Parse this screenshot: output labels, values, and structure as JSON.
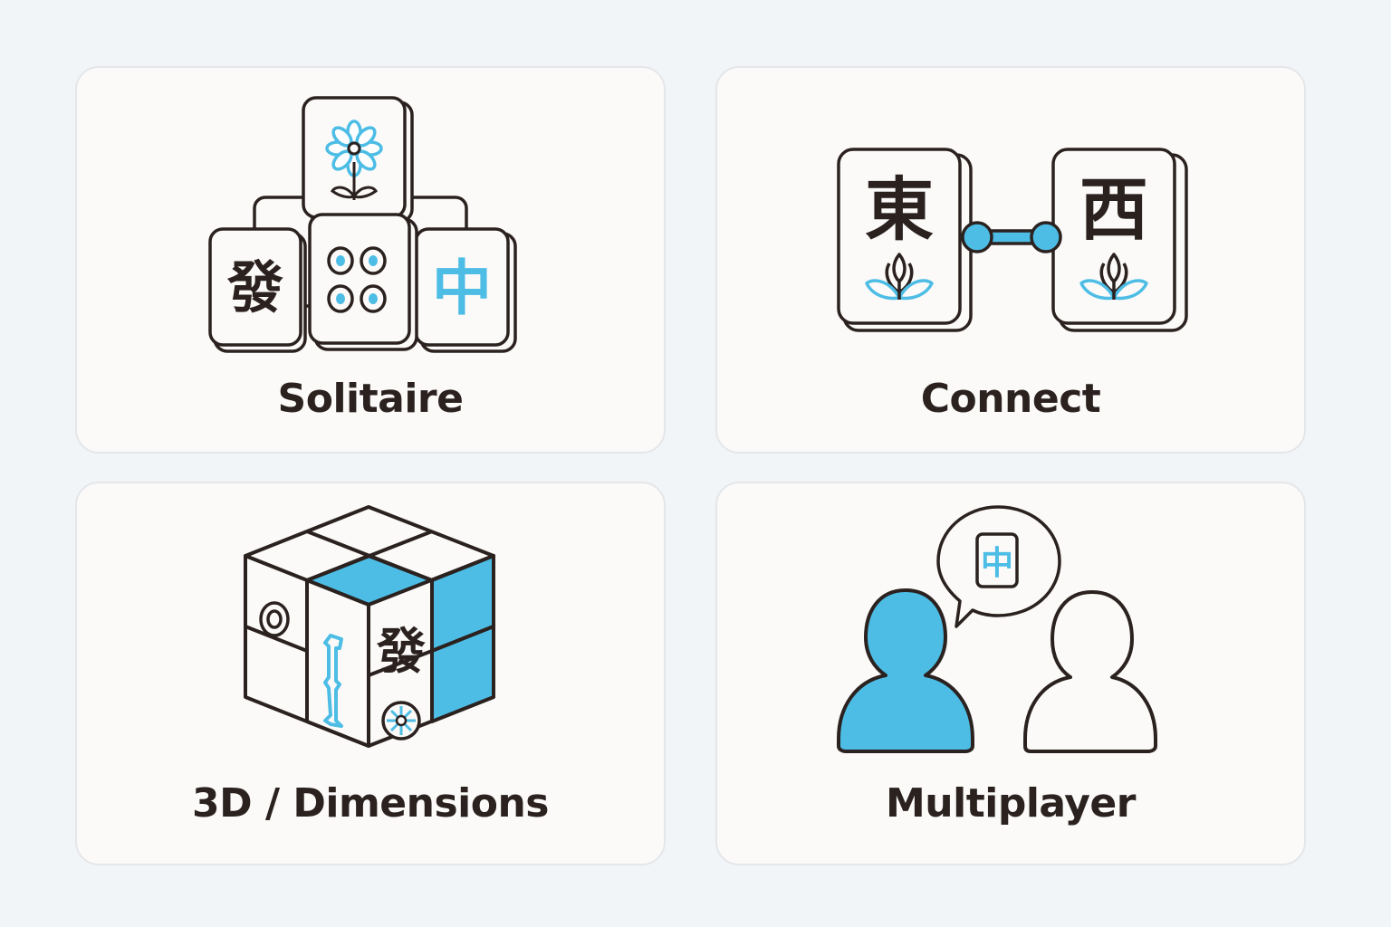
{
  "colors": {
    "background": "#f2f5f8",
    "card": "#fbfaf8",
    "stroke": "#2b2220",
    "accent": "#4dbde5"
  },
  "cards": [
    {
      "id": "solitaire",
      "label": "Solitaire",
      "icon": "mahjong-tile-stack-icon",
      "tiles": [
        "發",
        "中"
      ]
    },
    {
      "id": "connect",
      "label": "Connect",
      "icon": "connected-tiles-icon",
      "tiles": [
        "東",
        "西"
      ]
    },
    {
      "id": "3d",
      "label": "3D / Dimensions",
      "icon": "tile-cube-icon",
      "tiles": [
        "發"
      ]
    },
    {
      "id": "multiplayer",
      "label": "Multiplayer",
      "icon": "two-players-chat-icon",
      "tiles": [
        "中"
      ]
    }
  ]
}
